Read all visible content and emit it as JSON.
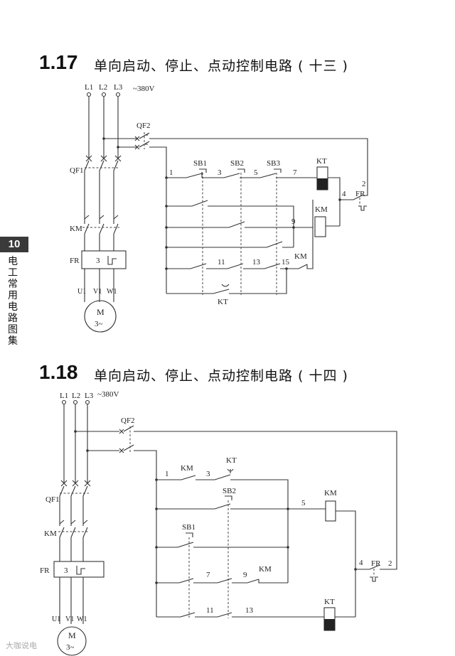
{
  "page": {
    "side_tab": "10",
    "side_label": "电工常用电路图集",
    "watermark": "大咖说电"
  },
  "sections": [
    {
      "number": "1.17",
      "title": "单向启动、停止、点动控制电路 ( 十三 )"
    },
    {
      "number": "1.18",
      "title": "单向启动、停止、点动控制电路 ( 十四 )"
    }
  ],
  "labels": {
    "L1": "L1",
    "L2": "L2",
    "L3": "L3",
    "voltage": "~380V",
    "QF1": "QF1",
    "QF2": "QF2",
    "KM": "KM",
    "FR": "FR",
    "KT": "KT",
    "SB1": "SB1",
    "SB2": "SB2",
    "SB3": "SB3",
    "U1": "U1",
    "V1": "V1",
    "W1": "W1",
    "motor_top": "M",
    "motor_bottom": "3~",
    "fr_heater": "3"
  },
  "nodes_1_17": [
    "1",
    "3",
    "5",
    "7",
    "2",
    "4",
    "9",
    "11",
    "13",
    "15"
  ],
  "nodes_1_18": [
    "1",
    "3",
    "5",
    "7",
    "9",
    "11",
    "13",
    "4",
    "2"
  ]
}
